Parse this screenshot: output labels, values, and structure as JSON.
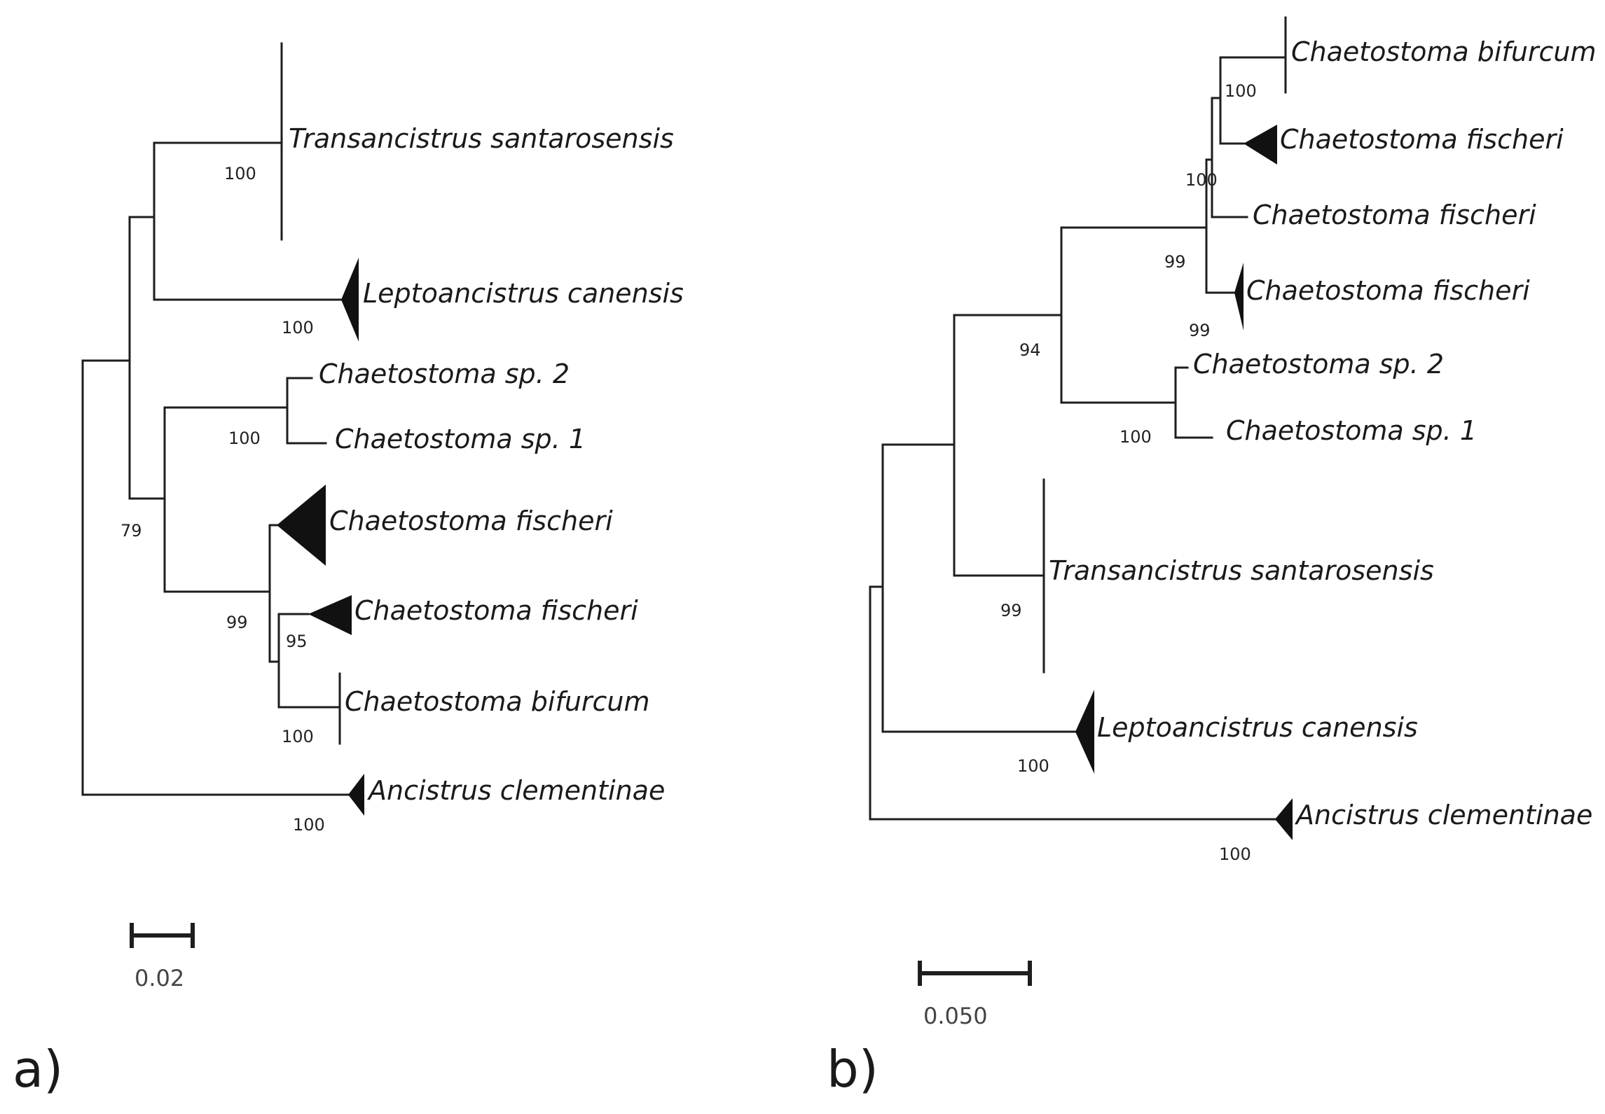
{
  "panel_a": {
    "label": "a)",
    "scale_label": "0.02",
    "taxa": {
      "transancistrus": "Transancistrus santarosensis",
      "leptoancistrus": "Leptoancistrus canensis",
      "sp2": "Chaetostoma sp. 2",
      "sp1": "Chaetostoma sp. 1",
      "fischeri_1": "Chaetostoma fischeri",
      "fischeri_2": "Chaetostoma fischeri",
      "bifurcum": "Chaetostoma bifurcum",
      "ancistrus": "Ancistrus clementinae"
    },
    "support": {
      "transancistrus": "100",
      "leptoancistrus": "100",
      "sp_clade": "100",
      "node_79": "79",
      "node_99": "99",
      "node_95": "95",
      "bifurcum": "100",
      "ancistrus": "100"
    }
  },
  "panel_b": {
    "label": "b)",
    "scale_label": "0.050",
    "taxa": {
      "bifurcum": "Chaetostoma bifurcum",
      "fischeri_1": "Chaetostoma fischeri",
      "fischeri_2": "Chaetostoma fischeri",
      "fischeri_3": "Chaetostoma fischeri",
      "sp2": "Chaetostoma sp. 2",
      "sp1": "Chaetostoma sp. 1",
      "transancistrus": "Transancistrus santarosensis",
      "leptoancistrus": "Leptoancistrus canensis",
      "ancistrus": "Ancistrus clementinae"
    },
    "support": {
      "bifurcum": "100",
      "node_100_inner": "100",
      "node_99_upper": "99",
      "fischeri_3": "99",
      "node_94": "94",
      "sp_clade": "100",
      "transancistrus": "99",
      "leptoancistrus": "100",
      "ancistrus": "100"
    }
  }
}
